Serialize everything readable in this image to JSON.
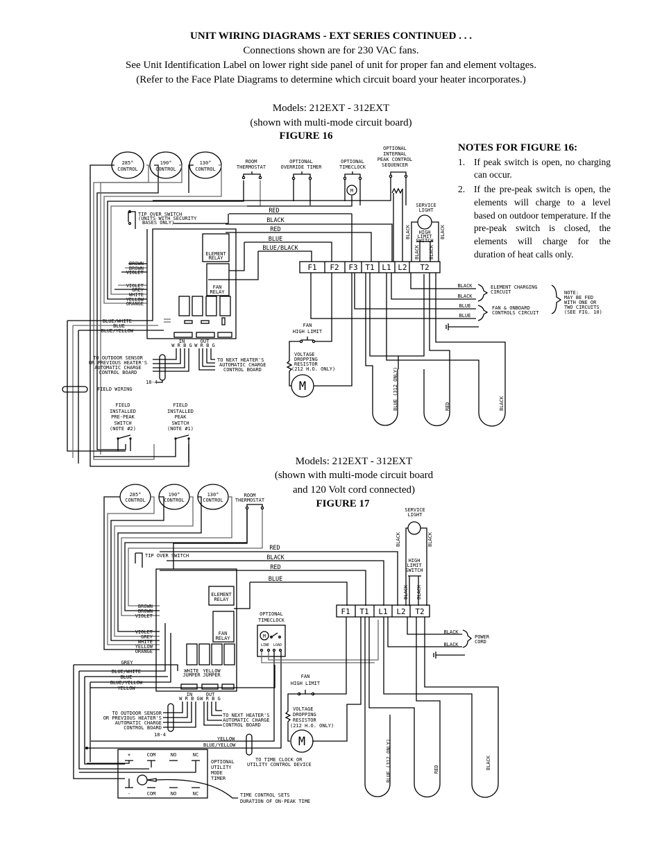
{
  "header": {
    "title": "UNIT WIRING DIAGRAMS - EXT SERIES CONTINUED . . .",
    "lines": [
      "Connections shown are for 230 VAC fans.",
      "See Unit Identification Label on lower right side panel of unit for proper fan and element voltages.",
      "(Refer to the Face Plate Diagrams to determine which circuit board your heater incorporates.)"
    ]
  },
  "fig16": {
    "models": "Models:  212EXT - 312EXT",
    "shown": "(shown with multi-mode circuit board)",
    "figure": "FIGURE 16",
    "notes_title": "NOTES FOR FIGURE 16:",
    "notes": [
      {
        "num": "1.",
        "text": "If peak switch is open, no charging can occur."
      },
      {
        "num": "2.",
        "text": "If the pre-peak switch is open, the elements will charge to a level based on outdoor temperature.  If the pre-peak switch is closed, the elements will charge for the duration of heat calls only."
      }
    ],
    "controls": [
      "285°",
      "190°",
      "130°"
    ],
    "control_label": "CONTROL",
    "room_thermostat": [
      "ROOM",
      "THERMOSTAT"
    ],
    "override_timer": [
      "OPTIONAL",
      "OVERRIDE TIMER"
    ],
    "timeclock": [
      "OPTIONAL",
      "TIMECLOCK"
    ],
    "sequencer": [
      "OPTIONAL",
      "INTERNAL",
      "PEAK CONTROL",
      "SEQUENCER"
    ],
    "motor": "M",
    "service_light": [
      "SERVICE",
      "LIGHT"
    ],
    "high_limit": [
      "HIGH",
      "LIMIT",
      "SWITCH"
    ],
    "black": "BLACK",
    "tip_over": [
      "TIP OVER SWITCH",
      "(UNITS WITH SECURITY",
      "BASES ONLY)"
    ],
    "wires": [
      "RED",
      "BLACK",
      "RED",
      "BLUE",
      "BLUE/BLACK"
    ],
    "element_relay": [
      "ELEMENT",
      "RELAY"
    ],
    "fan_relay": [
      "FAN",
      "RELAY"
    ],
    "terminals": [
      "F1",
      "F2",
      "F3",
      "T1",
      "L1",
      "L2",
      "T2"
    ],
    "left_colors_a": [
      "BROWN",
      "BROWN",
      "VIOLET"
    ],
    "left_colors_b": [
      "VIOLET",
      "GREY",
      "WHITE",
      "YELLOW",
      "ORANGE"
    ],
    "left_colors_c": [
      "BLUE/WHITE",
      "BLUE",
      "BLUE/YELLOW"
    ],
    "in_label": "IN",
    "out_label": "OUT",
    "wrbg": "W R B G",
    "outdoor_sensor": [
      "TO OUTDOOR SENSOR",
      "OR PREVIOUS HEATER'S",
      "AUTOMATIC CHARGE",
      "CONTROL BOARD"
    ],
    "next_heater": [
      "TO NEXT HEATER'S",
      "AUTOMATIC CHARGE",
      "CONTROL BOARD"
    ],
    "cable": "18-4",
    "field_wiring": "FIELD WIRING",
    "pre_peak": [
      "FIELD",
      "INSTALLED",
      "PRE-PEAK",
      "SWITCH",
      "(NOTE #2)"
    ],
    "peak": [
      "FIELD",
      "INSTALLED",
      "PEAK",
      "SWITCH",
      "(NOTE #1)"
    ],
    "fan_high_limit": [
      "FAN",
      "HIGH LIMIT"
    ],
    "resistor": [
      "VOLTAGE",
      "DROPPING",
      "RESISTOR",
      "(212 H.O. ONLY)"
    ],
    "supply_wires": [
      "BLACK",
      "BLACK",
      "BLUE",
      "BLUE"
    ],
    "element_circuit": [
      "ELEMENT CHARGING",
      "CIRCUIT"
    ],
    "fan_circuit": [
      "FAN & ONBOARD",
      "CONTROLS CIRCUIT"
    ],
    "note": [
      "NOTE:",
      "MAY BE FED",
      "WITH ONE OR",
      "TWO CIRCUITS",
      "(SEE FIG. 10)"
    ],
    "elements": [
      "BLUE (312 ONLY)",
      "RED",
      "BLACK"
    ]
  },
  "fig17": {
    "models": "Models:  212EXT - 312EXT",
    "shown": "(shown with multi-mode circuit board",
    "shown2": "and 120 Volt cord connected)",
    "figure": "FIGURE 17",
    "controls": [
      "285°",
      "190°",
      "130°"
    ],
    "control_label": "CONTROL",
    "room_thermostat": [
      "ROOM",
      "THERMOSTAT"
    ],
    "service_light": [
      "SERVICE",
      "LIGHT"
    ],
    "high_limit": [
      "HIGH",
      "LIMIT",
      "SWITCH"
    ],
    "black": "BLACK",
    "tip_over": "TIP OVER SWITCH",
    "wires": [
      "RED",
      "BLACK",
      "RED",
      "BLUE"
    ],
    "element_relay": [
      "ELEMENT",
      "RELAY"
    ],
    "fan_relay": [
      "FAN",
      "RELAY"
    ],
    "terminals": [
      "F1",
      "T1",
      "L1",
      "L2",
      "T2"
    ],
    "power_wires": [
      "BLACK",
      "BLACK"
    ],
    "power_cord": [
      "POWER",
      "CORD"
    ],
    "timeclock": [
      "OPTIONAL",
      "TIMECLOCK"
    ],
    "timeclock_terms": [
      "LINE",
      "LOAD"
    ],
    "motor": "M",
    "left_colors_a": [
      "BROWN",
      "BROWN",
      "VIOLET"
    ],
    "left_colors_b": [
      "VIOLET",
      "GREY",
      "WHITE",
      "YELLOW",
      "ORANGE"
    ],
    "left_colors_c": [
      "GREY",
      "BLUE/WHITE",
      "BLUE",
      "BLUE/YELLOW",
      "YELLOW"
    ],
    "jumpers": [
      "WHITE",
      "JUMPER",
      "YELLOW",
      "JUMPER"
    ],
    "in_label": "IN",
    "out_label": "OUT",
    "wrbg": "W R B G",
    "outdoor_sensor": [
      "TO OUTDOOR SENSOR",
      "OR PREVIOUS HEATER'S",
      "AUTOMATIC CHARGE",
      "CONTROL BOARD"
    ],
    "next_heater": [
      "TO NEXT HEATER'S",
      "AUTOMATIC CHARGE",
      "CONTROL BOARD"
    ],
    "cable": "18-4",
    "bottom_wires": [
      "YELLOW",
      "BLUE/YELLOW"
    ],
    "time_clock_device": [
      "TO TIME CLOCK OR",
      "UTILITY CONTROL DEVICE"
    ],
    "timer_top": [
      "+",
      "COM",
      "NO",
      "NC"
    ],
    "timer_bottom": [
      "-",
      "COM",
      "NO",
      "NC"
    ],
    "utility_timer": [
      "OPTIONAL",
      "UTILITY",
      "MODE",
      "TIMER"
    ],
    "time_control": [
      "TIME CONTROL SETS",
      "DURATION OF ON-PEAK TIME"
    ],
    "fan_high_limit": [
      "FAN",
      "HIGH LIMIT"
    ],
    "resistor": [
      "VOLTAGE",
      "DROPPING",
      "RESISTOR",
      "(212 H.O. ONLY)"
    ],
    "elements": [
      "BLUE (312 ONLY)",
      "RED",
      "BLACK"
    ]
  }
}
